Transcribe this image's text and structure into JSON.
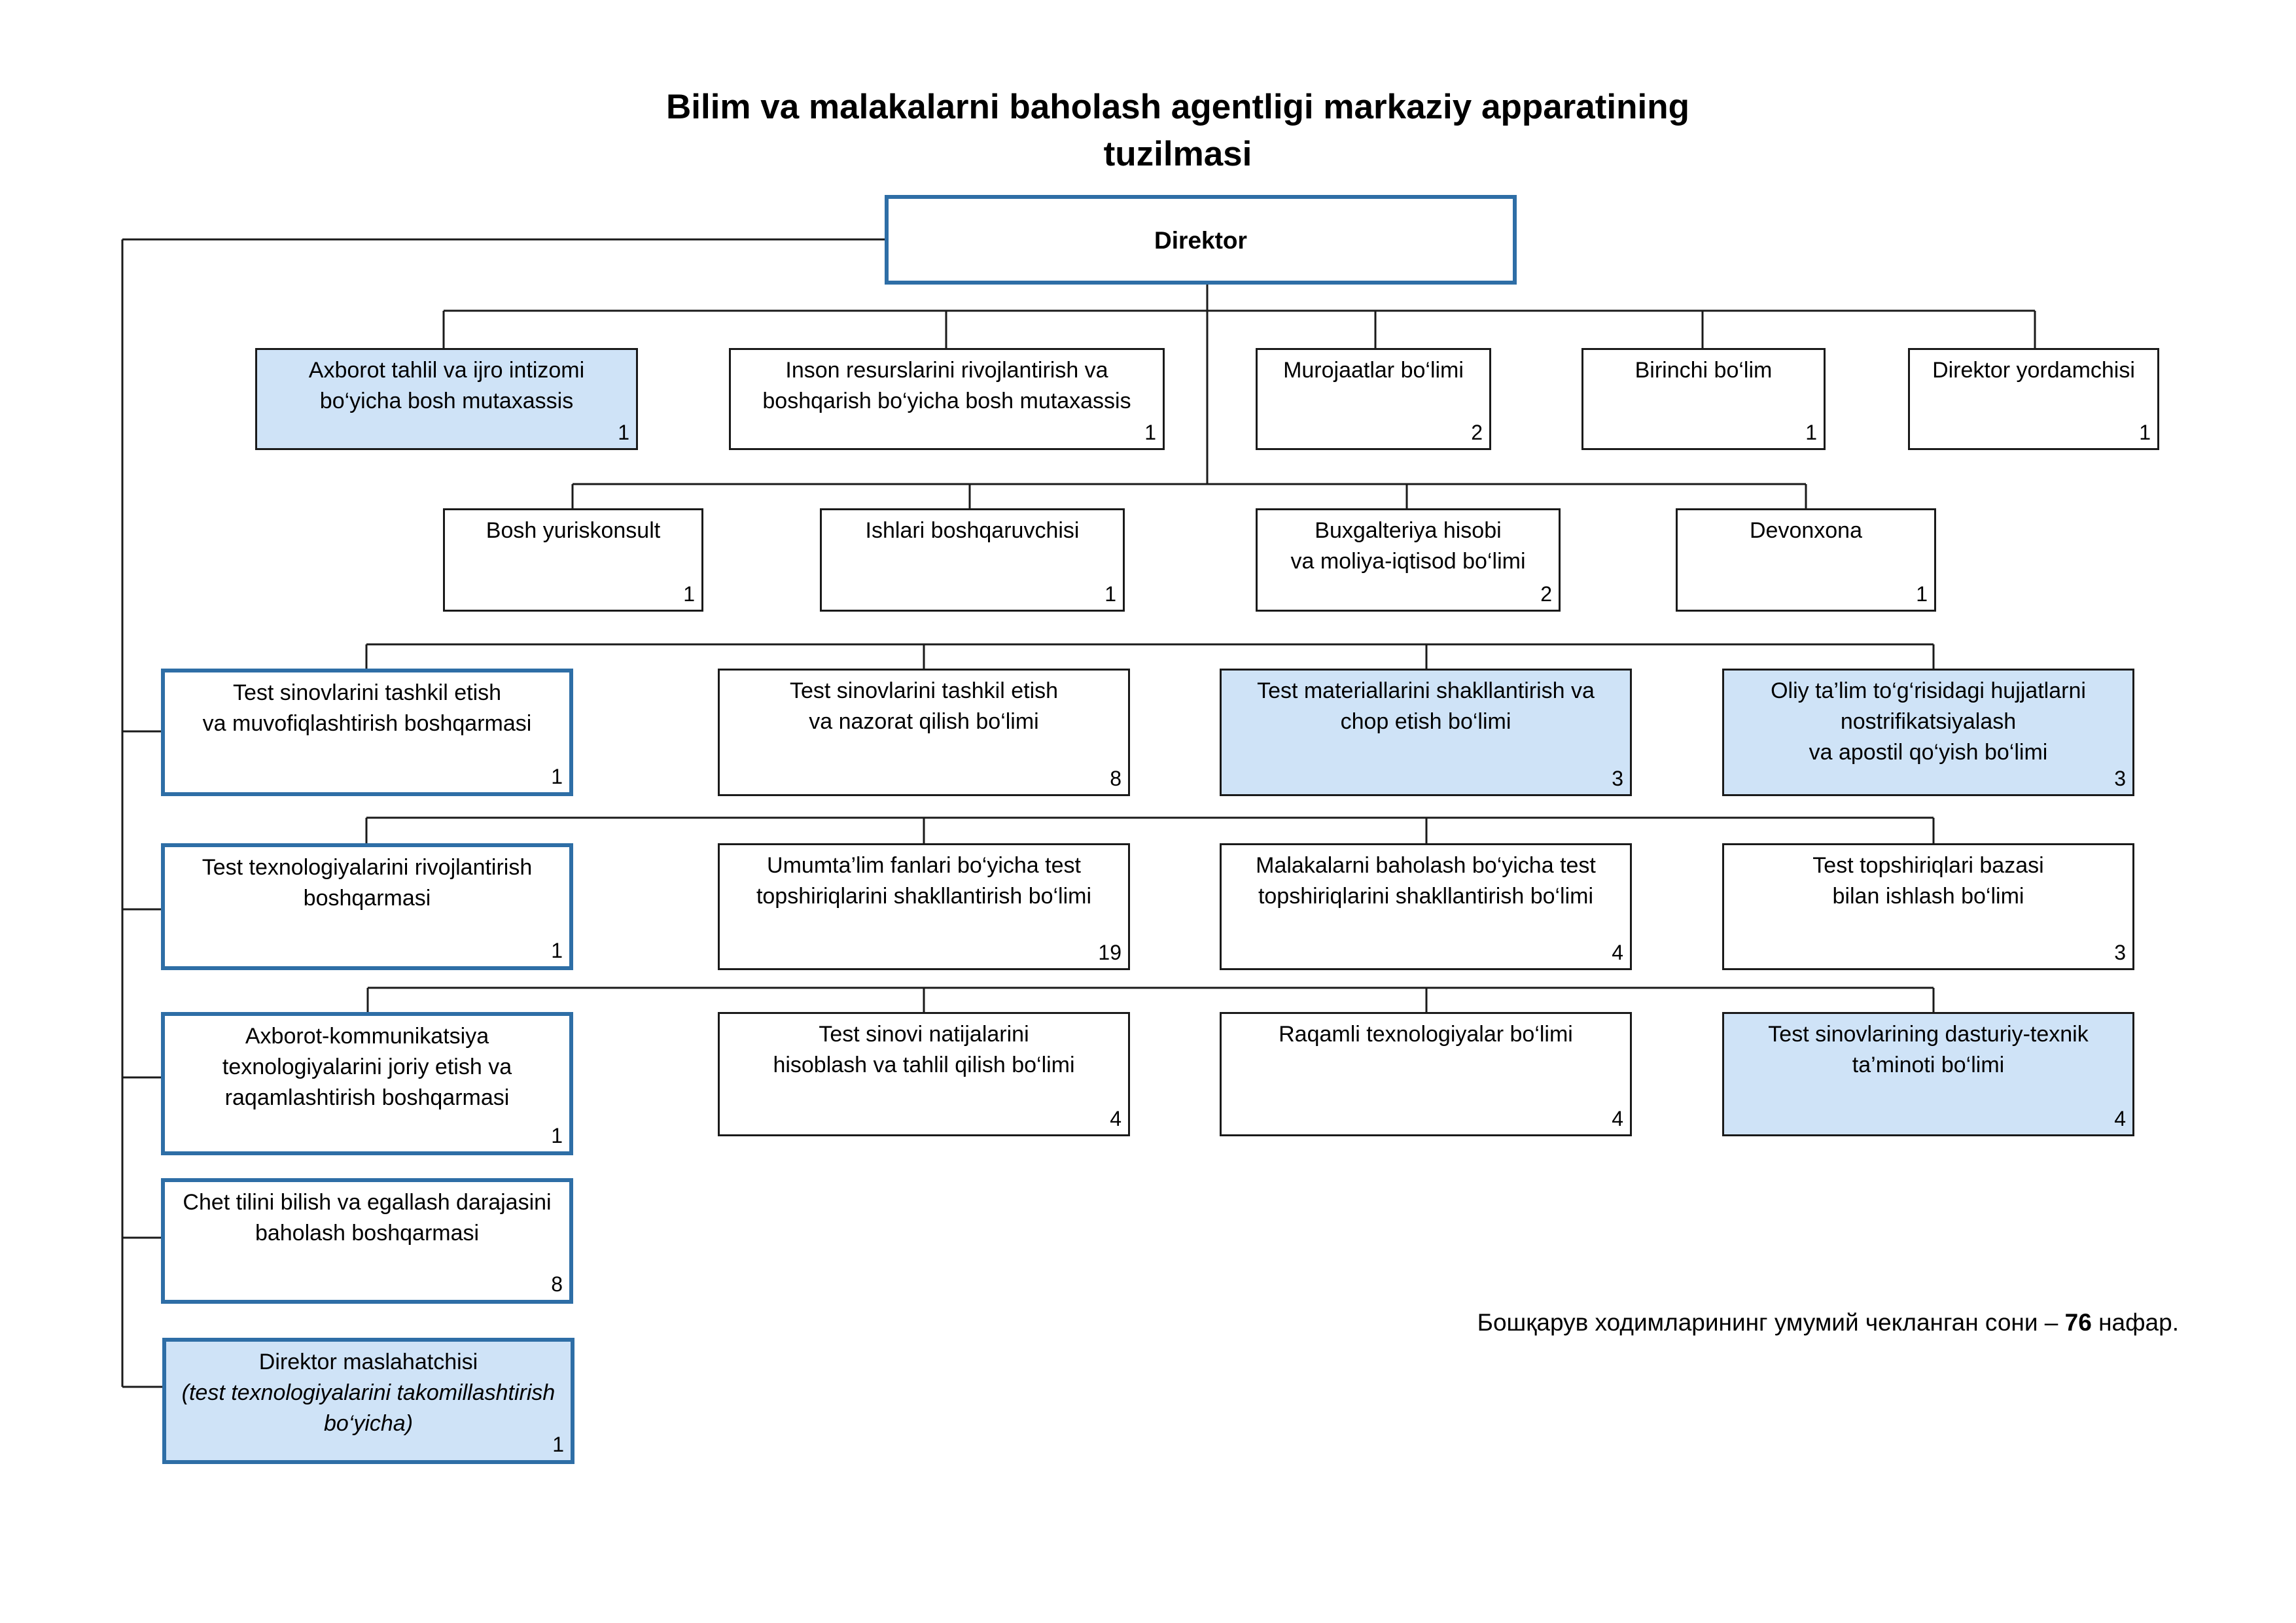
{
  "title": {
    "line1": "Bilim va malakalarni baholash agentligi markaziy apparatining",
    "line2": "tuzilmasi"
  },
  "director": {
    "name": "Direktor"
  },
  "row1": [
    {
      "name": "Axborot tahlil va ijro intizomi\nbo‘yicha bosh mutaxassis",
      "count": "1"
    },
    {
      "name": "Inson resurslarini rivojlantirish va\nboshqarish bo‘yicha bosh mutaxassis",
      "count": "1"
    },
    {
      "name": "Murojaatlar bo‘limi",
      "count": "2"
    },
    {
      "name": "Birinchi bo‘lim",
      "count": "1"
    },
    {
      "name": "Direktor yordamchisi",
      "count": "1"
    }
  ],
  "row2": [
    {
      "name": "Bosh yuriskonsult",
      "count": "1"
    },
    {
      "name": "Ishlari boshqaruvchisi",
      "count": "1"
    },
    {
      "name": "Buxgalteriya hisobi\nva moliya-iqtisod bo‘limi",
      "count": "2"
    },
    {
      "name": "Devonxona",
      "count": "1"
    }
  ],
  "row3": [
    {
      "name": "Test sinovlarini tashkil etish\nva muvofiqlashtirish boshqarmasi",
      "count": "1"
    },
    {
      "name": "Test sinovlarini tashkil etish\nva nazorat qilish bo‘limi",
      "count": "8"
    },
    {
      "name": "Test materiallarini shakllantirish va\nchop etish bo‘limi",
      "count": "3"
    },
    {
      "name": "Oliy ta’lim to‘g‘risidagi hujjatlarni\nnostrifikatsiyalash\nva apostil qo‘yish bo‘limi",
      "count": "3"
    }
  ],
  "row4": [
    {
      "name": "Test texnologiyalarini rivojlantirish\nboshqarmasi",
      "count": "1"
    },
    {
      "name": "Umumta’lim fanlari bo‘yicha test\ntopshiriqlarini shakllantirish bo‘limi",
      "count": "19"
    },
    {
      "name": "Malakalarni baholash bo‘yicha test\ntopshiriqlarini shakllantirish bo‘limi",
      "count": "4"
    },
    {
      "name": "Test topshiriqlari bazasi\nbilan ishlash bo‘limi",
      "count": "3"
    }
  ],
  "row5": [
    {
      "name": "Axborot-kommunikatsiya\ntexnologiyalarini joriy etish va\nraqamlashtirish boshqarmasi",
      "count": "1"
    },
    {
      "name": "Test sinovi natijalarini\nhisoblash va tahlil qilish bo‘limi",
      "count": "4"
    },
    {
      "name": "Raqamli texnologiyalar bo‘limi",
      "count": "4"
    },
    {
      "name": "Test sinovlarining dasturiy-texnik\nta’minoti bo‘limi",
      "count": "4"
    }
  ],
  "row6": {
    "name": "Chet tilini bilish va egallash darajasini\nbaholash boshqarmasi",
    "count": "8"
  },
  "row7": {
    "name": "Direktor maslahatchisi",
    "sub": "(test texnologiyalarini takomillashtirish\nbo‘yicha)",
    "count": "1"
  },
  "note": {
    "prefix": "Бошқарув ходимларининг умумий чекланган сони – ",
    "number": "76",
    "suffix": " нафар."
  },
  "colors": {
    "blue_border": "#2e6ea6",
    "blue_fill": "#cfe3f7"
  }
}
